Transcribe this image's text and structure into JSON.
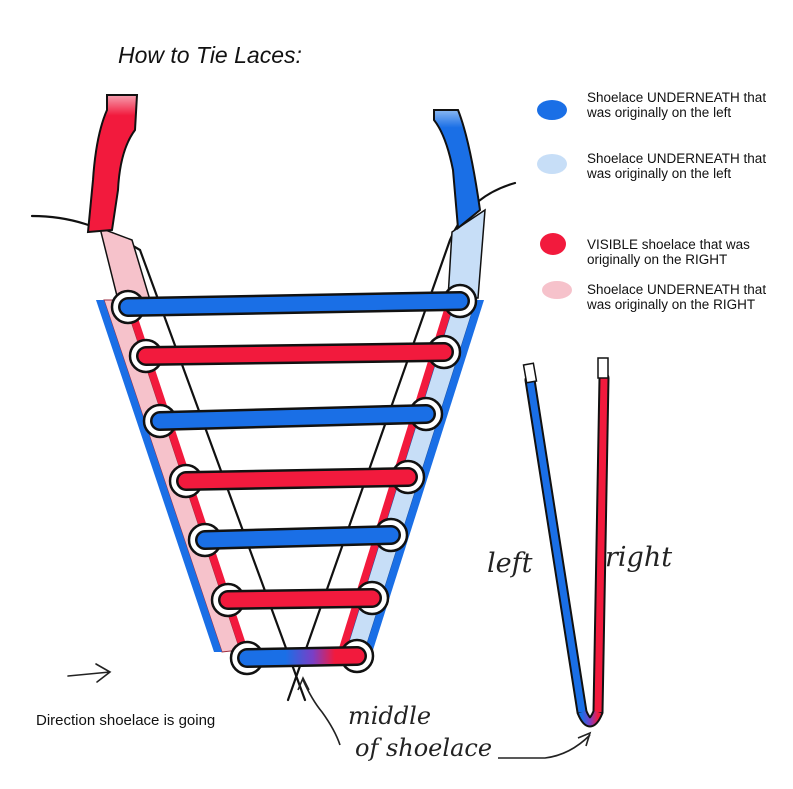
{
  "title": "How to Tie Laces:",
  "colors": {
    "blue": "#1a6fe6",
    "light_blue": "#c7def7",
    "red": "#f21a3d",
    "pink": "#f6c2cb",
    "outline": "#111111"
  },
  "legend": [
    {
      "swatch": "blue-blob",
      "color": "#1a6fe6",
      "text": "Shoelace UNDERNEATH that was originally on the left"
    },
    {
      "swatch": "light-blue-blob",
      "color": "#c7def7",
      "text": "Shoelace UNDERNEATH that was originally on the left"
    },
    {
      "swatch": "red-blob",
      "color": "#f21a3d",
      "text": "VISIBLE shoelace that was originally on the RIGHT"
    },
    {
      "swatch": "pink-blob",
      "color": "#f6c2cb",
      "text": "Shoelace UNDERNEATH that was originally on the RIGHT"
    }
  ],
  "direction_label": "Direction shoelace is going",
  "side_labels": {
    "left": "left",
    "right": "right"
  },
  "middle_label": {
    "line1": "middle",
    "line2": "of shoelace"
  },
  "icons": {
    "direction_arrow": "right-arrow-icon"
  }
}
